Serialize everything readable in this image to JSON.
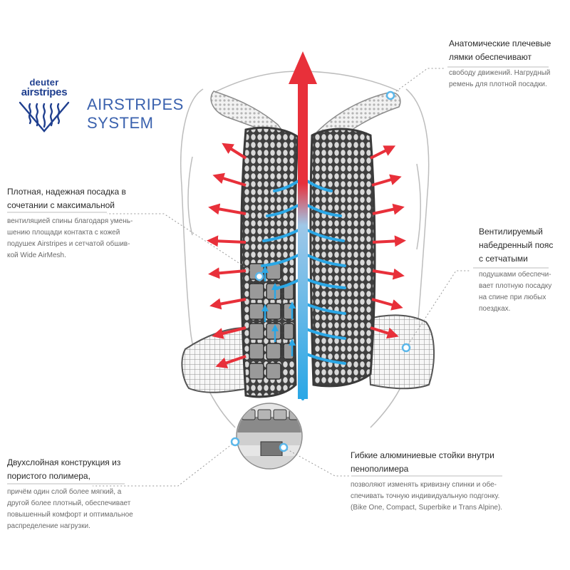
{
  "logo": {
    "brand_line1": "deuter",
    "brand_line2": "airstripes",
    "system_title_line1": "AIRSTRIPES",
    "system_title_line2": "SYSTEM"
  },
  "callouts": {
    "shoulder_straps": {
      "heading_line1": "Анатомические плечевые",
      "heading_line2": "лямки обеспечивают",
      "body_line1": "свободу движений. Нагрудный",
      "body_line2": "ремень для плотной посадки."
    },
    "fit": {
      "heading_line1": "Плотная, надежная посадка в",
      "heading_line2": "сочетании с максимальной",
      "body_line1": "вентиляцией спины благодаря умень-",
      "body_line2": "шению площади контакта с кожей",
      "body_line3": "подушек Airstripes и сетчатой обшив-",
      "body_line4": "кой Wide AirMesh."
    },
    "hipbelt": {
      "heading_line1": "Вентилируемый",
      "heading_line2": "набедренный пояс",
      "heading_line3": "с сетчатыми",
      "body_line1": "подушками обеспечи-",
      "body_line2": "вает плотную посадку",
      "body_line3": "на спине при любых",
      "body_line4": "поездках."
    },
    "two_layer": {
      "heading_line1": "Двухслойная конструкция из",
      "heading_line2": "пористого полимера,",
      "body_line1": "причём один слой более мягкий, а",
      "body_line2": "другой более плотный, обеспечивает",
      "body_line3": "повышенный комфорт и оптимальное",
      "body_line4": "распределение нагрузки."
    },
    "aluminum_stays": {
      "heading_line1": "Гибкие алюминиевые стойки внутри",
      "heading_line2": "пенополимера",
      "body_line1": "позволяют изменять кривизну спинки и обе-",
      "body_line2": "спечивать точную индивидуальную подгонку.",
      "body_line3": "(Bike One, Compact, Superbike и Trans Alpine)."
    }
  },
  "colors": {
    "brand_blue": "#1f3f8f",
    "title_blue": "#3b62ae",
    "airflow_red": "#e8303a",
    "airflow_blue": "#2aa7e6",
    "pad_dark": "#4a4a4a",
    "marker_blue": "#5bb7ea"
  },
  "icons": {
    "logo_mark": "airstripes-wave-logo-icon",
    "marker": "callout-dot-icon"
  }
}
